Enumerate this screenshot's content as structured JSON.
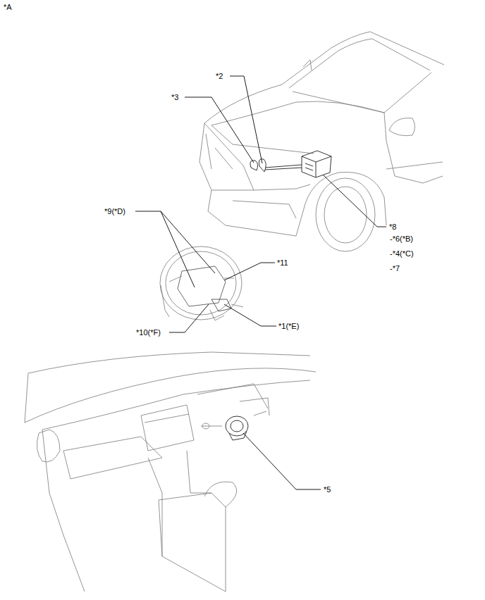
{
  "diagram": {
    "labels": [
      "*A",
      "*2",
      "*3",
      "*8",
      "-*6(*B)",
      "-*4(*C)",
      "-*7",
      "*9(*D)",
      "*11",
      "*10(*F)",
      "*1(*E)",
      "*5"
    ]
  }
}
